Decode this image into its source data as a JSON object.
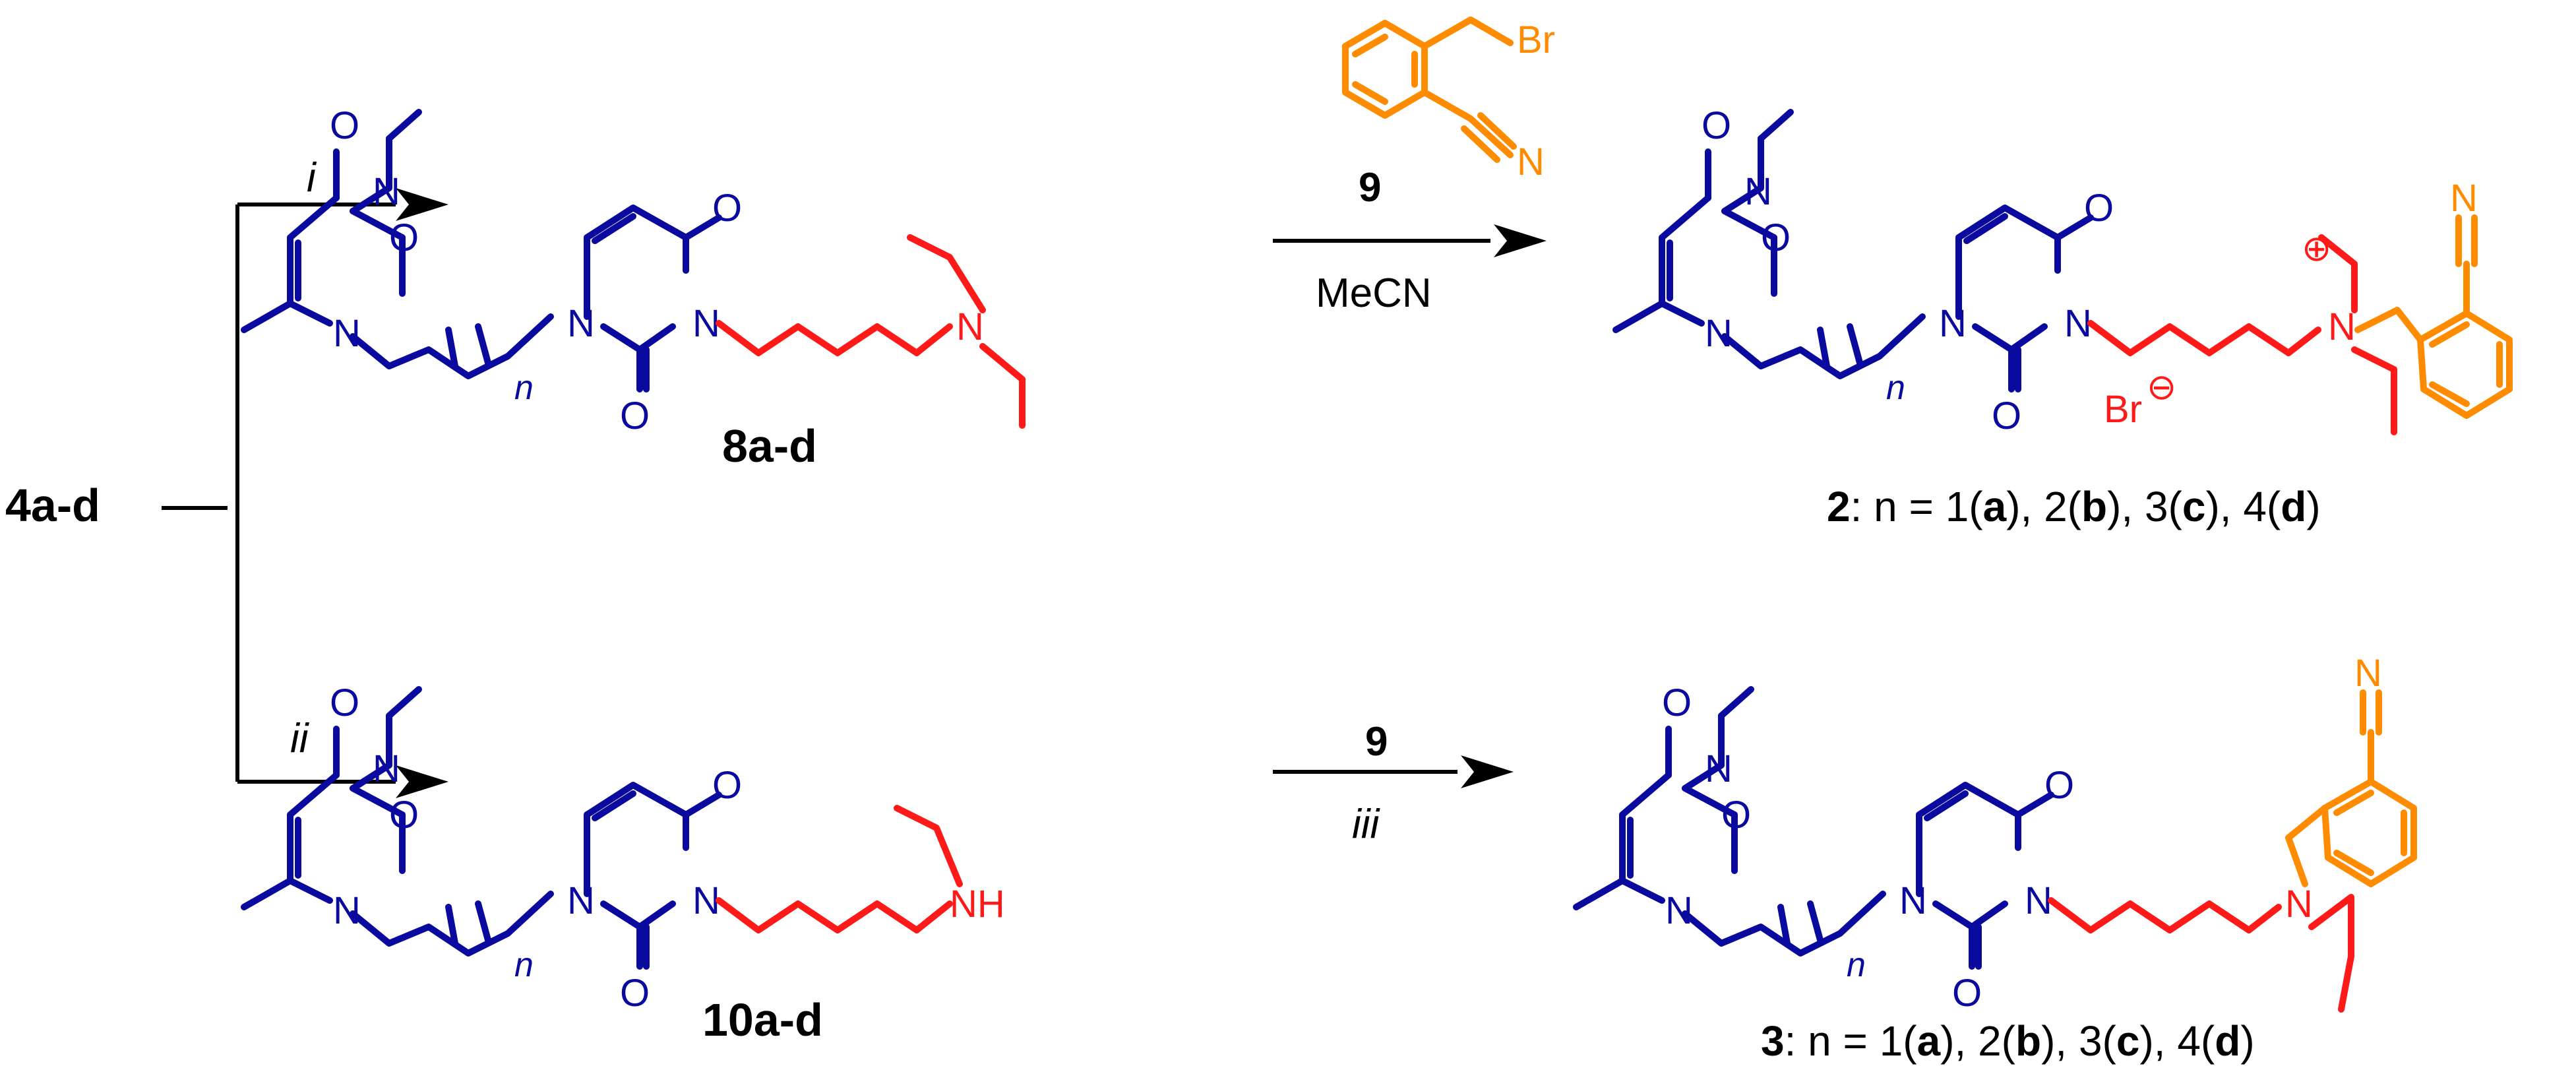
{
  "start": {
    "label": "4a-d"
  },
  "conditions": {
    "i": "i",
    "ii": "ii",
    "iii": "iii"
  },
  "reagents": {
    "number": "9",
    "solvent": "MeCN",
    "bromide": "Br"
  },
  "compounds": {
    "c8": {
      "label": "8a-d"
    },
    "c10": {
      "label": "10a-d"
    },
    "c2": {
      "num": "2",
      "caption": [
        ": n = 1(",
        "a",
        "), 2(",
        "b",
        "), 3(",
        "c",
        "), 4(",
        "d",
        ")"
      ]
    },
    "c3": {
      "num": "3",
      "caption": [
        ": n = 1(",
        "a",
        "), 2(",
        "b",
        "), 3(",
        "c",
        "), 4(",
        "d",
        ")"
      ]
    }
  },
  "atoms": {
    "O": "O",
    "N": "N",
    "NH": "NH",
    "n": "n",
    "Br": "Br",
    "plus": "⊕",
    "minus": "⊖"
  },
  "colors": {
    "core": "#0a0a9e",
    "linker": "#ff1a1a",
    "benzyl": "#ff8c00",
    "scheme": "#000000"
  }
}
